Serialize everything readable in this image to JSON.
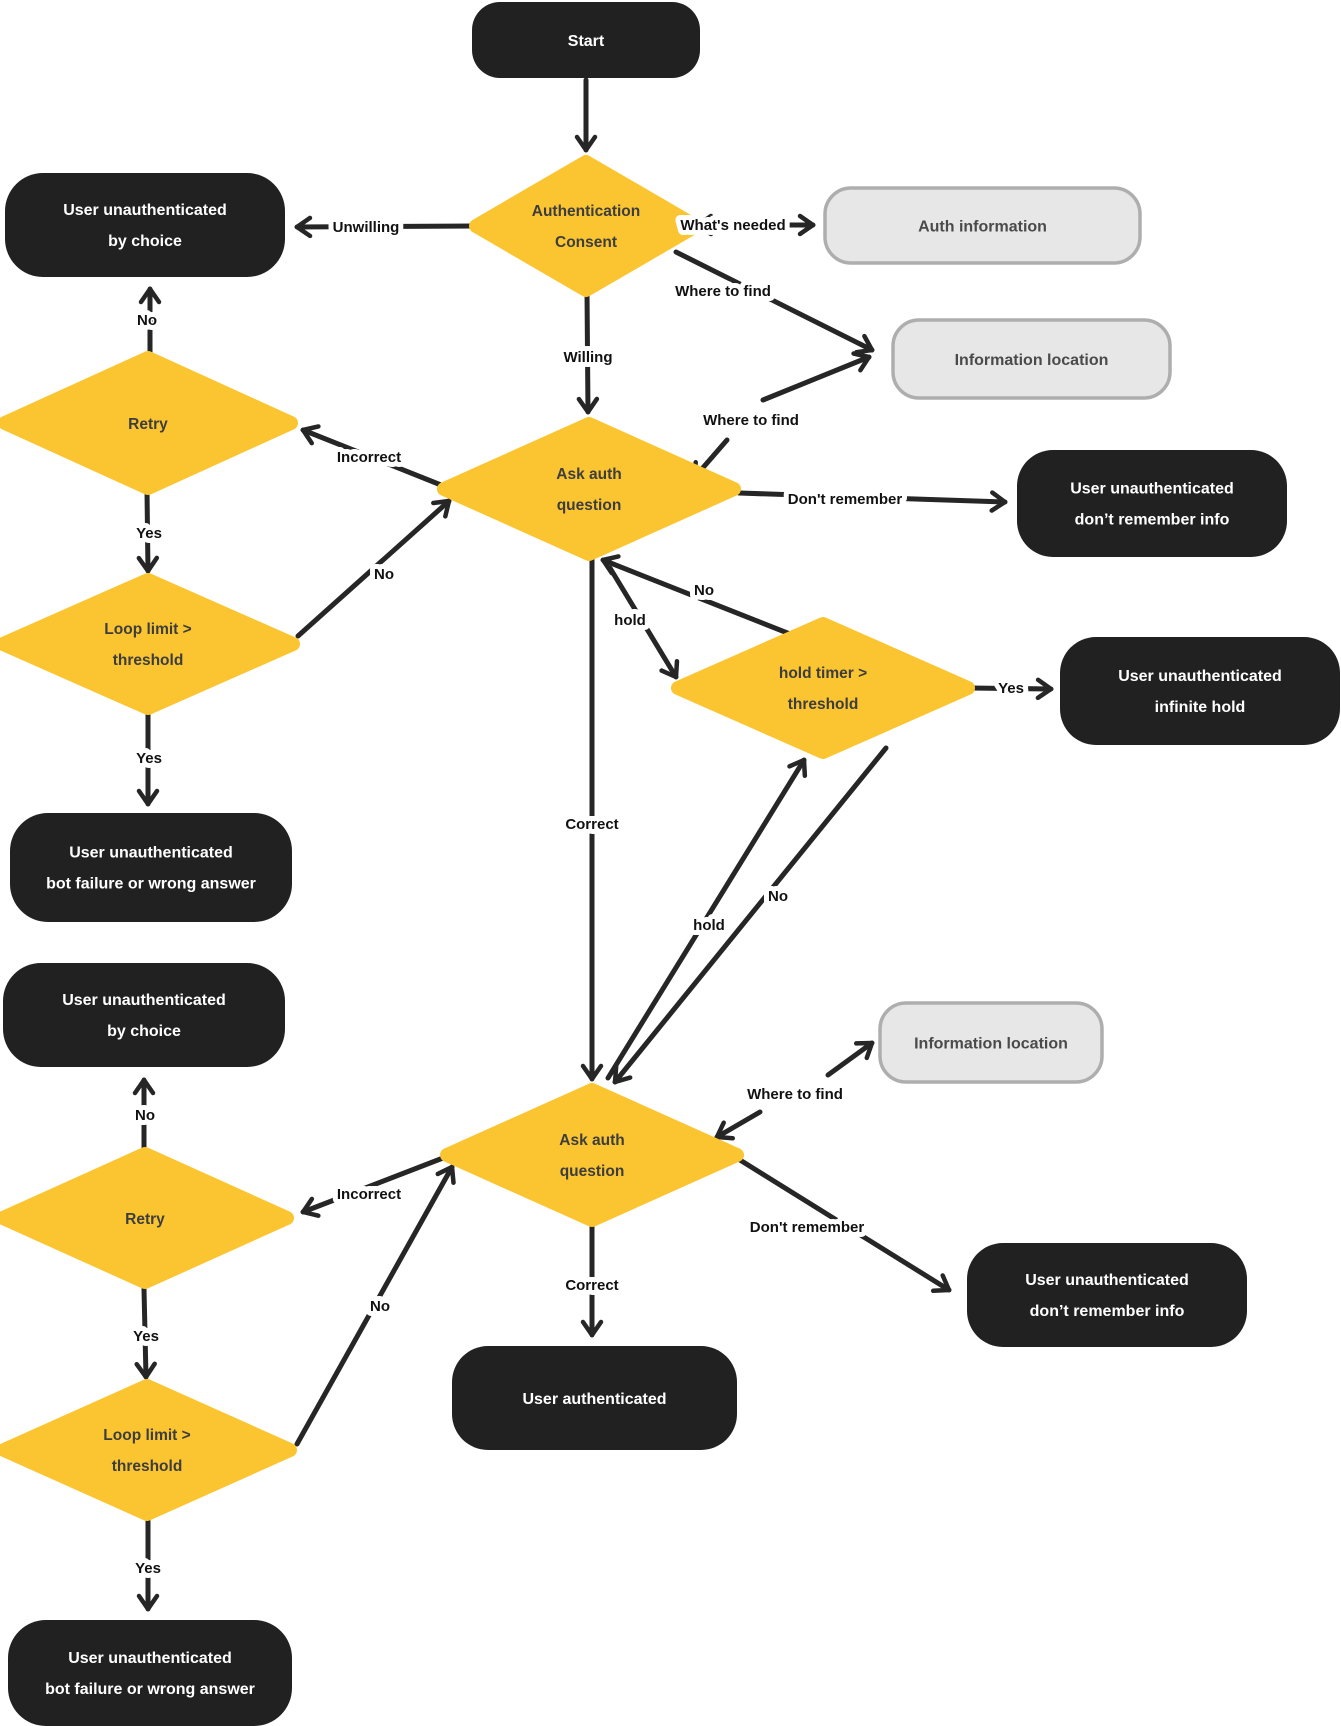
{
  "colors": {
    "background": "#FFFFFF",
    "edge": "#262626",
    "label_text": "#111111",
    "decision_fill": "#FBC531",
    "decision_text": "#3D3D3D",
    "terminal_fill": "#212121",
    "terminal_text": "#FFFFFF",
    "info_fill": "#E7E7E7",
    "info_border": "#AEAEAE",
    "info_text": "#4A4A4A"
  },
  "nodes": [
    {
      "id": "start",
      "type": "terminal",
      "label_lines": [
        "Start"
      ]
    },
    {
      "id": "auth-consent",
      "type": "decision",
      "label_lines": [
        "Authentication",
        "Consent"
      ]
    },
    {
      "id": "unauth-by-choice-1",
      "type": "terminal",
      "label_lines": [
        "User unauthenticated",
        "by choice"
      ]
    },
    {
      "id": "auth-information",
      "type": "info",
      "label_lines": [
        "Auth information"
      ]
    },
    {
      "id": "information-location-1",
      "type": "info",
      "label_lines": [
        "Information location"
      ]
    },
    {
      "id": "retry-1",
      "type": "decision",
      "label_lines": [
        "Retry"
      ]
    },
    {
      "id": "ask-auth-question-1",
      "type": "decision",
      "label_lines": [
        "Ask auth",
        "question"
      ]
    },
    {
      "id": "unauth-dont-remember-1",
      "type": "terminal",
      "label_lines": [
        "User unauthenticated",
        "don’t remember info"
      ]
    },
    {
      "id": "loop-limit-1",
      "type": "decision",
      "label_lines": [
        "Loop limit >",
        "threshold"
      ]
    },
    {
      "id": "hold-timer",
      "type": "decision",
      "label_lines": [
        "hold timer >",
        "threshold"
      ]
    },
    {
      "id": "unauth-infinite-hold",
      "type": "terminal",
      "label_lines": [
        "User unauthenticated",
        "infinite hold"
      ]
    },
    {
      "id": "unauth-bot-failure-1",
      "type": "terminal",
      "label_lines": [
        "User unauthenticated",
        "bot failure or wrong answer"
      ]
    },
    {
      "id": "unauth-by-choice-2",
      "type": "terminal",
      "label_lines": [
        "User unauthenticated",
        "by choice"
      ]
    },
    {
      "id": "information-location-2",
      "type": "info",
      "label_lines": [
        "Information location"
      ]
    },
    {
      "id": "ask-auth-question-2",
      "type": "decision",
      "label_lines": [
        "Ask auth",
        "question"
      ]
    },
    {
      "id": "retry-2",
      "type": "decision",
      "label_lines": [
        "Retry"
      ]
    },
    {
      "id": "unauth-dont-remember-2",
      "type": "terminal",
      "label_lines": [
        "User unauthenticated",
        "don’t remember info"
      ]
    },
    {
      "id": "user-authenticated",
      "type": "terminal",
      "label_lines": [
        "User authenticated"
      ]
    },
    {
      "id": "loop-limit-2",
      "type": "decision",
      "label_lines": [
        "Loop limit >",
        "threshold"
      ]
    },
    {
      "id": "unauth-bot-failure-2",
      "type": "terminal",
      "label_lines": [
        "User unauthenticated",
        "bot failure or wrong answer"
      ]
    }
  ],
  "edges": [
    {
      "from": "start",
      "to": "auth-consent",
      "label": ""
    },
    {
      "from": "auth-consent",
      "to": "unauth-by-choice-1",
      "label": "Unwilling"
    },
    {
      "from": "auth-consent",
      "to": "auth-information",
      "label": "What's needed",
      "bidirectional": true
    },
    {
      "from": "auth-consent",
      "to": "information-location-1",
      "label": "Where to find"
    },
    {
      "from": "auth-consent",
      "to": "ask-auth-question-1",
      "label": "Willing"
    },
    {
      "from": "ask-auth-question-1",
      "to": "unauth-dont-remember-1",
      "label": "Don't remember"
    },
    {
      "from": "ask-auth-question-1",
      "to": "information-location-1",
      "label": "Where to find"
    },
    {
      "from": "information-location-1",
      "to": "ask-auth-question-1",
      "label": ""
    },
    {
      "from": "ask-auth-question-1",
      "to": "retry-1",
      "label": "Incorrect"
    },
    {
      "from": "retry-1",
      "to": "unauth-by-choice-1",
      "label": "No"
    },
    {
      "from": "retry-1",
      "to": "loop-limit-1",
      "label": "Yes"
    },
    {
      "from": "loop-limit-1",
      "to": "ask-auth-question-1",
      "label": "No"
    },
    {
      "from": "loop-limit-1",
      "to": "unauth-bot-failure-1",
      "label": "Yes"
    },
    {
      "from": "ask-auth-question-1",
      "to": "hold-timer",
      "label": "hold"
    },
    {
      "from": "hold-timer",
      "to": "ask-auth-question-1",
      "label": "No"
    },
    {
      "from": "hold-timer",
      "to": "unauth-infinite-hold",
      "label": "Yes"
    },
    {
      "from": "ask-auth-question-1",
      "to": "ask-auth-question-2",
      "label": "Correct"
    },
    {
      "from": "ask-auth-question-2",
      "to": "hold-timer",
      "label": "hold"
    },
    {
      "from": "hold-timer",
      "to": "ask-auth-question-2",
      "label": "No"
    },
    {
      "from": "ask-auth-question-2",
      "to": "information-location-2",
      "label": "Where to find"
    },
    {
      "from": "information-location-2",
      "to": "ask-auth-question-2",
      "label": ""
    },
    {
      "from": "ask-auth-question-2",
      "to": "unauth-dont-remember-2",
      "label": "Don't remember"
    },
    {
      "from": "ask-auth-question-2",
      "to": "user-authenticated",
      "label": "Correct"
    },
    {
      "from": "ask-auth-question-2",
      "to": "retry-2",
      "label": "Incorrect"
    },
    {
      "from": "retry-2",
      "to": "unauth-by-choice-2",
      "label": "No"
    },
    {
      "from": "retry-2",
      "to": "loop-limit-2",
      "label": "Yes"
    },
    {
      "from": "loop-limit-2",
      "to": "ask-auth-question-2",
      "label": "No"
    },
    {
      "from": "loop-limit-2",
      "to": "unauth-bot-failure-2",
      "label": "Yes"
    }
  ]
}
